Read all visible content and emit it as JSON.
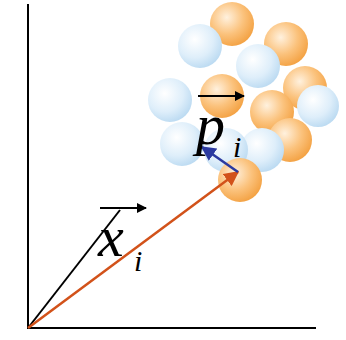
{
  "diagram": {
    "labels": [
      "p",
      "i",
      "x",
      "i"
    ]
  }
}
